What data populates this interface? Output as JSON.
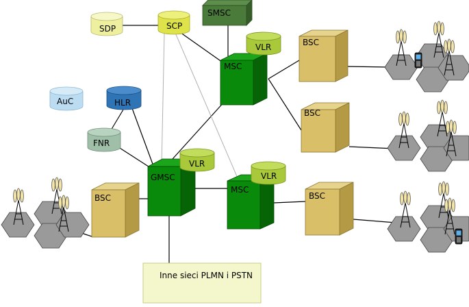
{
  "nodes": {
    "sdp": "SDP",
    "scp": "SCP",
    "smsc": "SMSC",
    "auc": "AuC",
    "hlr": "HLR",
    "fnr": "FNR",
    "msc_top": "MSC",
    "vlr_top": "VLR",
    "gmsc": "GMSC",
    "vlr_gmsc": "VLR",
    "msc_bottom": "MSC",
    "vlr_bottom": "VLR",
    "bsc_top": "BSC",
    "bsc_mid": "BSC",
    "bsc_bottom_right": "BSC",
    "bsc_left": "BSC",
    "external_network": "Inne sieci PLMN i PSTN"
  },
  "colors": {
    "green_box": "#0a8a0a",
    "green_box_dark": "#066306",
    "tan_box": "#d9c068",
    "tan_box_dark": "#b59a45",
    "vlr_cyl": "#a9c83a",
    "scp_cyl": "#dfe34a",
    "sdp_cyl": "#eef0a0",
    "hlr_cyl": "#2f74b5",
    "auc_cyl": "#bcdcf2",
    "fnr_cyl": "#9fbfa9",
    "smsc_box": "#4b7b3b",
    "hex_cell": "#9a9a9a",
    "ext_box": "#f4f6cc"
  }
}
